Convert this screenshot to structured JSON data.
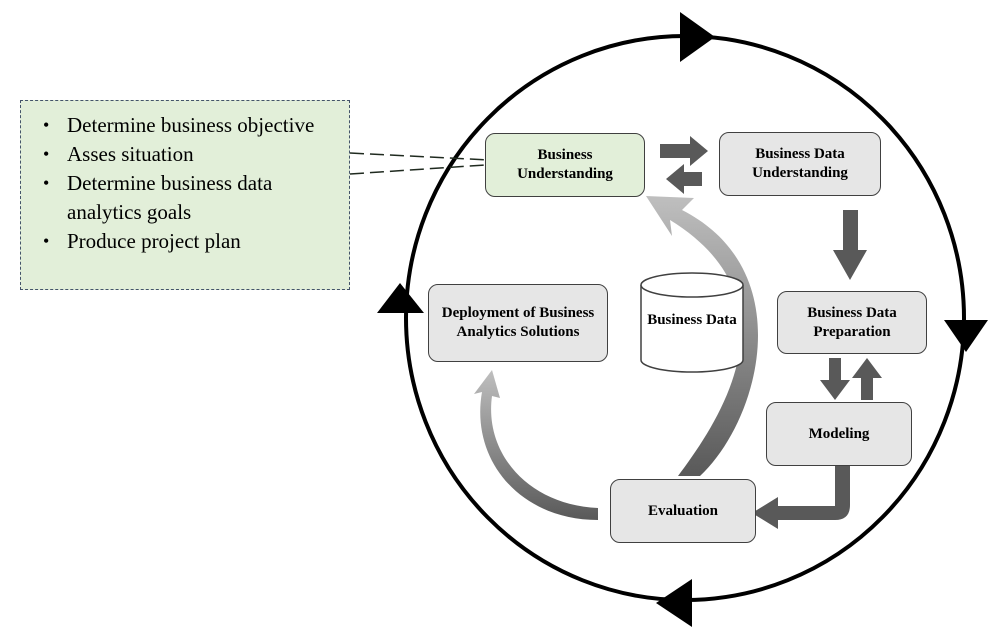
{
  "callout": {
    "items": [
      "Determine business objective",
      "Asses situation",
      "Determine business data analytics goals",
      "Produce project plan"
    ]
  },
  "nodes": {
    "business_understanding": "Business Understanding",
    "business_data_understanding": "Business Data Understanding",
    "business_data_preparation": "Business Data Preparation",
    "modeling": "Modeling",
    "evaluation": "Evaluation",
    "deployment": "Deployment of Business Analytics Solutions"
  },
  "database": {
    "label": "Business Data"
  },
  "colors": {
    "green_fill": "#e2efd9",
    "node_fill": "#e6e6e6",
    "arrow_gray": "#595959",
    "cycle_stroke": "#000000"
  }
}
